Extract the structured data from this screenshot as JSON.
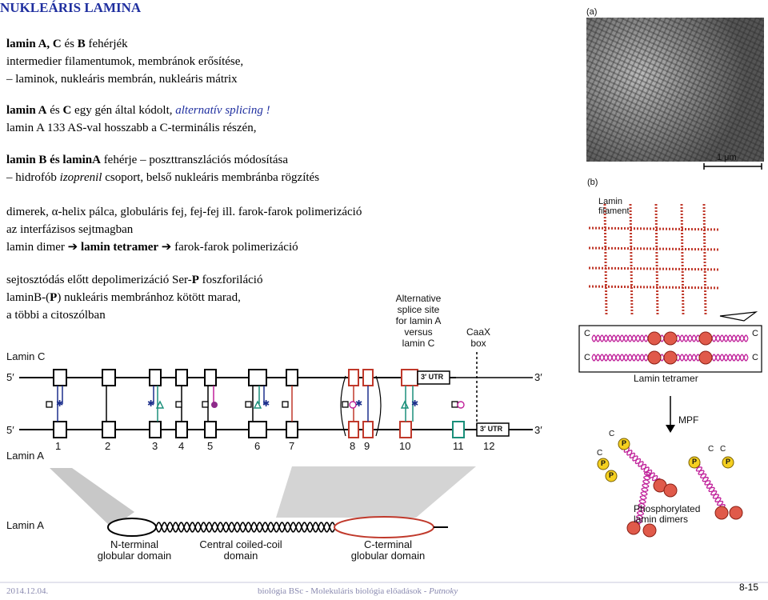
{
  "title": "NUKLEÁRIS LAMINA",
  "blocks": {
    "b1_l1_bold": "lamin A, C",
    "b1_l1_mid": " és ",
    "b1_l1_bold2": "B",
    "b1_l1_rest": " fehérjék",
    "b1_l2": "intermedier filamentumok, membránok erősítése,",
    "b1_l3": "– laminok, nukleáris membrán, nukleáris mátrix",
    "b2_l1_bold": "lamin A",
    "b2_l1_mid": " és ",
    "b2_l1_bold2": "C",
    "b2_l1_rest": " egy gén által kódolt, ",
    "b2_l1_italic": "alternatív splicing !",
    "b2_l2": "lamin A 133 AS-val hosszabb a C-terminális részén,",
    "b3_l1_bold": "lamin B és laminA",
    "b3_l1_rest": " fehérje – poszttranszlációs módosítása",
    "b3_l2_a": "– hidrofób ",
    "b3_l2_italic": "izoprenil",
    "b3_l2_b": " csoport, belső nukleáris membránba rögzítés",
    "b4_l1": "dimerek, α-helix pálca, globuláris fej, fej-fej ill. farok-farok polimerizáció",
    "b4_l2": "az interfázisos sejtmagban",
    "b4_l3_a": "lamin dimer ",
    "b4_l3_bold": "lamin tetramer",
    "b4_l3_b": " farok-farok polimerizáció",
    "arrow": "➔",
    "b5_l1": "sejtosztódás előtt depolimerizáció   Ser-",
    "b5_l1_bold": "P",
    "b5_l1_rest": " foszforiláció",
    "b5_l2_a": "laminB-(",
    "b5_l2_bold": "P",
    "b5_l2_b": ") nukleáris membránhoz kötött marad,",
    "b5_l3": "a többi a citoszólban"
  },
  "gene": {
    "alt_splice": [
      "Alternative",
      "splice site",
      "for lamin A",
      "versus",
      "lamin C"
    ],
    "caax": [
      "CaaX",
      "box"
    ],
    "lamin_c": "Lamin C",
    "lamin_a": "Lamin A",
    "lamin_a_protein": "Lamin A",
    "five_prime": "5′",
    "three_prime": "3′",
    "utr": "3′ UTR",
    "exons": [
      "1",
      "2",
      "3",
      "4",
      "5",
      "6",
      "7",
      "8",
      "9",
      "10",
      "11",
      "12"
    ],
    "domain_n": [
      "N-terminal",
      "globular domain"
    ],
    "domain_mid": [
      "Central coiled-coil",
      "domain"
    ],
    "domain_c": [
      "C-terminal",
      "globular domain"
    ],
    "asterisk": "✱"
  },
  "figure": {
    "label_a": "(a)",
    "label_b": "(b)",
    "scale": "1 μm",
    "lamin_filament": [
      "Lamin",
      "filament"
    ],
    "c": "C",
    "tetramer": "Lamin tetramer",
    "mpf": "MPF",
    "p": "P",
    "phospho": [
      "Phosphorylated",
      "lamin dimers"
    ]
  },
  "footer": {
    "date": "2014.12.04.",
    "center": "biológia BSc - Molekuláris biológia előadások - ",
    "author": "Putnoky",
    "page": "8-15"
  },
  "colors": {
    "title": "#1f2f9f",
    "exon_red": "#c0392b",
    "teal": "#1a8f7a",
    "blue": "#1c2f8c",
    "magenta": "#c0219a",
    "purple": "#8e2a8a",
    "footer": "#8a8ab0"
  }
}
